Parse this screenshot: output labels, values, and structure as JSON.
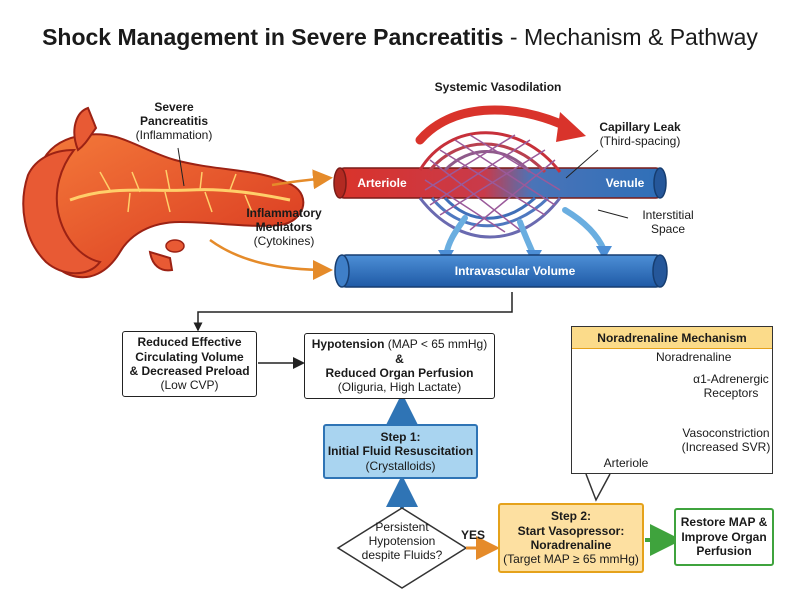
{
  "title": {
    "bold": "Shock Management in Severe Pancreatitis",
    "rest": " - Mechanism & Pathway"
  },
  "pancreas": {
    "name": "Severe",
    "name2": "Pancreatitis",
    "sub": "(Inflammation)"
  },
  "mediators": {
    "l1": "Inflammatory",
    "l2": "Mediators",
    "sub": "(Cytokines)"
  },
  "vessels": {
    "systemic": "Systemic Vasodilation",
    "leak": "Capillary Leak",
    "leak_sub": "(Third-spacing)",
    "arteriole": "Arteriole",
    "venule": "Venule",
    "interstitial1": "Interstitial",
    "interstitial2": "Space",
    "intravascular": "Intravascular Volume"
  },
  "reduced_box": {
    "l1": "Reduced Effective",
    "l2": "Circulating Volume",
    "l3": "& Decreased Preload",
    "sub": "(Low CVP)"
  },
  "hypo_box": {
    "l1_bold": "Hypotension",
    "l1_rest": " (MAP < 65 mmHg)",
    "amp": "&",
    "l2": "Reduced Organ Perfusion",
    "sub": "(Oliguria, High Lactate)"
  },
  "step1": {
    "l1": "Step 1:",
    "l2": "Initial Fluid Resuscitation",
    "sub": "(Crystalloids)"
  },
  "decision": {
    "l1": "Persistent",
    "l2": "Hypotension",
    "l3": "despite Fluids?",
    "yes": "YES"
  },
  "step2": {
    "l1": "Step 2:",
    "l2": "Start Vasopressor:",
    "l3": "Noradrenaline",
    "sub": "(Target MAP ≥ 65 mmHg)"
  },
  "restore": {
    "l1": "Restore MAP &",
    "l2": "Improve Organ",
    "l3": "Perfusion"
  },
  "nor_panel": {
    "title": "Noradrenaline Mechanism",
    "drug": "Noradrenaline",
    "receptor1": "α1-Adrenergic",
    "receptor2": "Receptors",
    "vaso1": "Vasoconstriction",
    "vaso2": "(Increased SVR)",
    "vessel": "Arteriole"
  },
  "colors": {
    "artery_red": "#d9332b",
    "vein_blue": "#2f6fb8",
    "flow_blue": "#2f74b5",
    "decision_orange": "#e5a21b",
    "outcome_green": "#3fa33d"
  }
}
